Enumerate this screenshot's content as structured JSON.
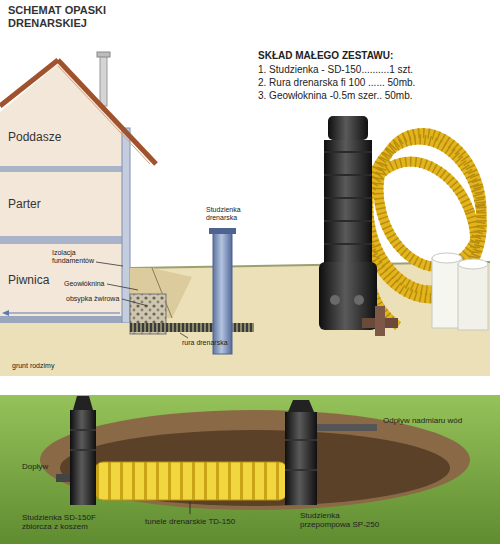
{
  "diagram": {
    "title": "SCHEMAT OPASKI DRENARSKIEJ",
    "nodes": [
      {
        "text": [
          "Poddasze"
        ]
      },
      {
        "text": [
          "Parter"
        ]
      },
      {
        "text": [
          "Piwnica"
        ]
      }
    ],
    "labels": [
      "SKŁAD MAŁEGO ZESTAWU:",
      "1. Studzienka - SD-150..........1 szt.",
      "2. Rura drenarska fi 100 ...... 50mb.",
      "3. Geowłoknina -0.5m szer.. 50mb.",
      "Studzienka drenarska",
      "Izolacja fundamentów",
      "Geowłóknina",
      "obsypka żwirowa",
      "grunt rodzimy",
      "rura drenarska",
      "Odpływ nadmiaru wód",
      "Dopływ",
      "Studzienka SD-150F zbiorcza z koszem",
      "tunele drenarskie TD-150",
      "Studzienka przepompowa SP-250"
    ]
  }
}
